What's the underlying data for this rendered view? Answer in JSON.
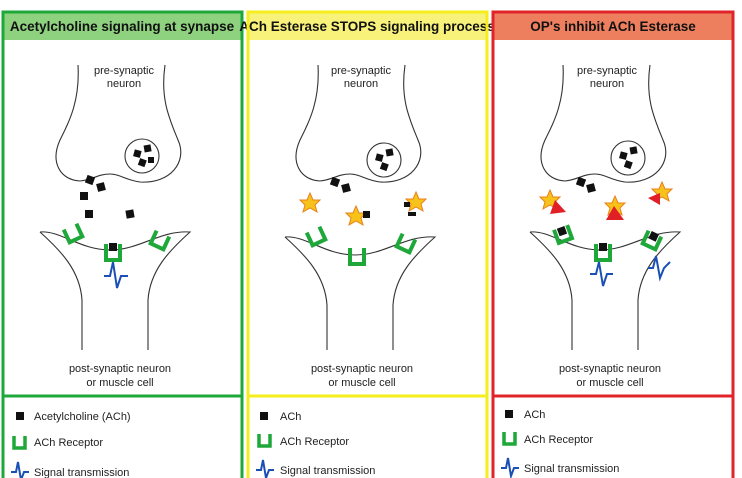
{
  "panels": [
    {
      "title": "Acetylcholine signaling at synapse",
      "pre_label": [
        "pre-synaptic",
        "neuron"
      ],
      "post_label": [
        "post-synaptic neuron",
        "or muscle cell"
      ],
      "legend": [
        "Acetylcholine (ACh)",
        "ACh Receptor",
        "Signal transmission"
      ]
    },
    {
      "title": "ACh Esterase STOPS signaling process",
      "pre_label": [
        "pre-synaptic",
        "neuron"
      ],
      "post_label": [
        "post-synaptic neuron",
        "or muscle cell"
      ],
      "legend": [
        "ACh",
        "ACh Receptor",
        "Signal transmission"
      ]
    },
    {
      "title": "OP's inhibit ACh Esterase",
      "pre_label": [
        "pre-synaptic",
        "neuron"
      ],
      "post_label": [
        "post-synaptic neuron",
        "or muscle cell"
      ],
      "legend": [
        "ACh",
        "ACh Receptor",
        "Signal transmission"
      ]
    }
  ],
  "colors": {
    "green_border": "#1fa83a",
    "green_header": "#8ed17f",
    "yellow_border": "#f5ee1c",
    "yellow_header": "#f8f27a",
    "red_border": "#e0242a",
    "red_header": "#ee7f5e",
    "receptor": "#1fa83a",
    "signal": "#1a4fb5",
    "esterase_star": "#f7c21a",
    "esterase_star_outline": "#e8811c",
    "op_triangle": "#e01f26",
    "ach": "#111111"
  }
}
